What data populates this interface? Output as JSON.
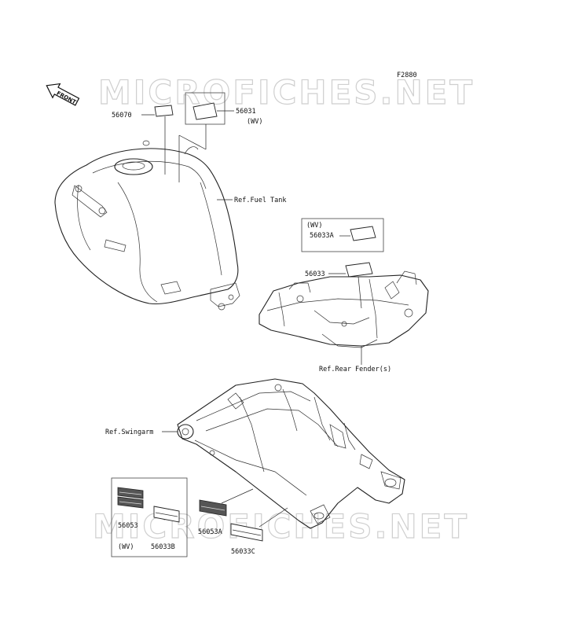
{
  "figure_code": "F2880",
  "watermark": "MICROFICHES.NET",
  "front_indicator": "FRONT",
  "parts": {
    "p56070": "56070",
    "p56031": "56031",
    "p56031_note": "(WV)",
    "p56033A_note": "(WV)",
    "p56033A": "56033A",
    "p56033": "56033",
    "p56053": "56053",
    "p56033B_note": "(WV)",
    "p56033B": "56033B",
    "p56053A": "56053A",
    "p56033C": "56033C"
  },
  "refs": {
    "fuel_tank": "Ref.Fuel Tank",
    "rear_fender": "Ref.Rear Fender(s)",
    "swingarm": "Ref.Swingarm"
  }
}
